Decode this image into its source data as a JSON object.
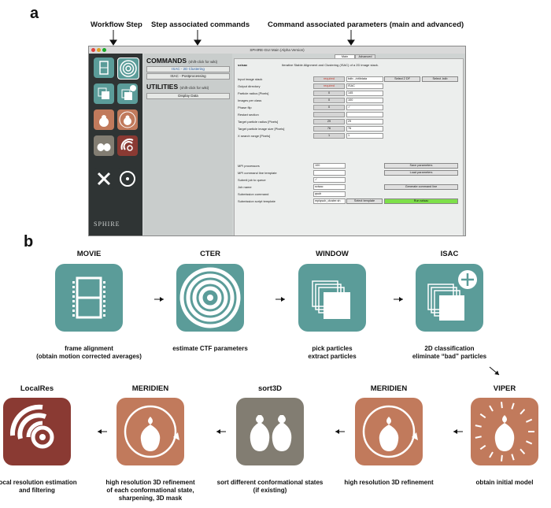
{
  "panel_a": {
    "letter": "a",
    "headers": {
      "workflow_step": "Workflow Step",
      "step_commands": "Step associated commands",
      "command_params": "Command associated parameters (main and advanced)"
    },
    "window_title": "SPHIRE-GUI Main (Alpha Version)",
    "commands_title": "COMMANDS",
    "commands_hint": "(shift-click for wiki)",
    "command_buttons": [
      "ISAC - 2D Clustering",
      "ISAC - Postprocessing"
    ],
    "utilities_title": "UTILITIES",
    "utilities_hint": "(shift-click for wiki)",
    "utility_buttons": [
      "Display Data"
    ],
    "tabs": [
      "Main",
      "Advanced"
    ],
    "command_name": "sxisac",
    "command_desc": "Iterative Stable Alignment and Clustering (ISAC) of a 2D image stack.",
    "params": [
      {
        "label": "Input image stack",
        "value": "required",
        "extra": "bdb:../ctf#data",
        "btn1": "Select 2 DF",
        "btn2": "Select .bdb"
      },
      {
        "label": "Output directory",
        "value": "required",
        "extra": "ISAC"
      },
      {
        "label": "Particle radius [Pixels]",
        "value": "0",
        "extra": "145"
      },
      {
        "label": "Images per class",
        "value": "0",
        "extra": "100"
      },
      {
        "label": "Phase flip",
        "value": "0",
        "extra": "✓"
      },
      {
        "label": "Restart section",
        "value": "",
        "extra": ""
      },
      {
        "label": "Target particle radius [Pixels]",
        "value": "29",
        "extra": "29"
      },
      {
        "label": "Target particle image size [Pixels]",
        "value": "76",
        "extra": "76"
      },
      {
        "label": "X search range [Pixels]",
        "value": "1",
        "extra": "1"
      }
    ],
    "mpi": [
      {
        "label": "MPI processors",
        "value": "100",
        "btn": "Save parameters"
      },
      {
        "label": "MPI command line template",
        "value": "",
        "btn": "Load parameters"
      },
      {
        "label": "Submit job to queue",
        "value": "✓",
        "btn": ""
      },
      {
        "label": "Job name",
        "value": "sxisac",
        "btn": "Generate command line"
      },
      {
        "label": "Submission command",
        "value": "qsub",
        "btn": ""
      },
      {
        "label": "Submission script template",
        "value": "mpiqsub_cluster.sh",
        "btn": "Select template",
        "run": "Run sxisac"
      }
    ],
    "logo": "SPHIRE"
  },
  "panel_b": {
    "letter": "b",
    "row1": [
      {
        "name": "MOVIE",
        "desc": [
          "frame alignment",
          "(obtain motion corrected averages)"
        ],
        "color": "#5b9c99"
      },
      {
        "name": "CTER",
        "desc": [
          "estimate CTF parameters"
        ],
        "color": "#5b9c99"
      },
      {
        "name": "WINDOW",
        "desc": [
          "pick particles",
          "extract particles"
        ],
        "color": "#5b9c99"
      },
      {
        "name": "ISAC",
        "desc": [
          "2D classification",
          "eliminate “bad” particles"
        ],
        "color": "#5b9c99"
      }
    ],
    "row2": [
      {
        "name": "LocalRes",
        "desc": [
          "local resolution estimation",
          "and filtering"
        ],
        "color": "#8a3a33"
      },
      {
        "name": "MERIDIEN",
        "desc": [
          "high resolution 3D refinement",
          "of each conformational state,",
          "sharpening, 3D mask"
        ],
        "color": "#c17a5c"
      },
      {
        "name": "sort3D",
        "desc": [
          "sort different conformational states",
          "(if existing)"
        ],
        "color": "#827d72"
      },
      {
        "name": "MERIDIEN",
        "desc": [
          "high resolution 3D refinement"
        ],
        "color": "#c17a5c"
      },
      {
        "name": "VIPER",
        "desc": [
          "obtain initial model"
        ],
        "color": "#c17a5c"
      }
    ]
  }
}
